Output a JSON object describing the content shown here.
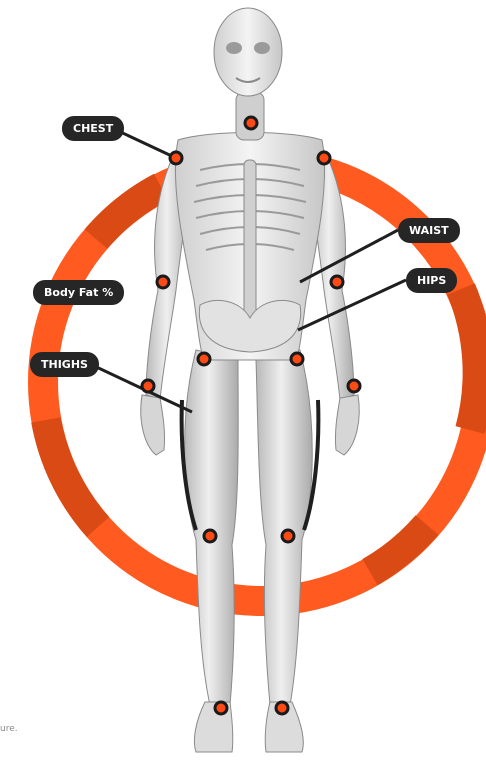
{
  "labels": {
    "chest": "CHEST",
    "waist": "WAIST",
    "hips": "HIPS",
    "body_fat": "Body Fat %",
    "thighs": "THIGHS"
  },
  "caption": "ure.",
  "colors": {
    "ring_primary": "#FF5A1F",
    "ring_secondary": "#D94A14",
    "marker_fill": "#FF4A14",
    "marker_outline": "#1A1A1A",
    "label_bg": "#262626"
  }
}
